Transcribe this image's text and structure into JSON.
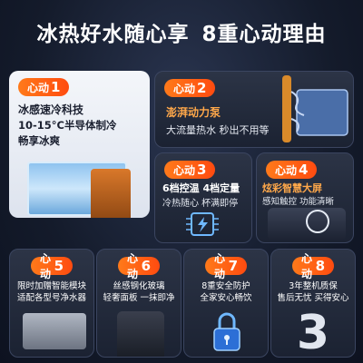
{
  "headline": {
    "part1": "冰热好水随心享",
    "part2": "8重心动理由"
  },
  "badge_prefix": "心动",
  "cards": {
    "c1": {
      "num": "1",
      "title": "冰感速冷科技",
      "line1": "10-15°C半导体制冷",
      "line2": "畅享冰爽"
    },
    "c2": {
      "num": "2",
      "title": "澎湃动力泵",
      "line1": "大流量热水 秒出不用等"
    },
    "c3": {
      "num": "3",
      "title": "6档控温 4档定量",
      "line1": "冷热随心  杯满即停"
    },
    "c4": {
      "num": "4",
      "title": "炫彩智慧大屏",
      "line1": "感知触控 功能清晰"
    },
    "c5": {
      "num": "5",
      "line1": "限时加赠智能模块",
      "line2": "适配各型号净水器"
    },
    "c6": {
      "num": "6",
      "line1": "丝感钢化玻璃",
      "line2": "轻奢面板 一抹即净"
    },
    "c7": {
      "num": "7",
      "line1": "8重安全防护",
      "line2": "全家安心畅饮"
    },
    "c8": {
      "num": "8",
      "line1": "3年整机质保",
      "line2": "售后无忧 买得安心",
      "big": "3"
    }
  },
  "colors": {
    "accent": "#ff5a14",
    "title_orange": "#ffa84a"
  }
}
